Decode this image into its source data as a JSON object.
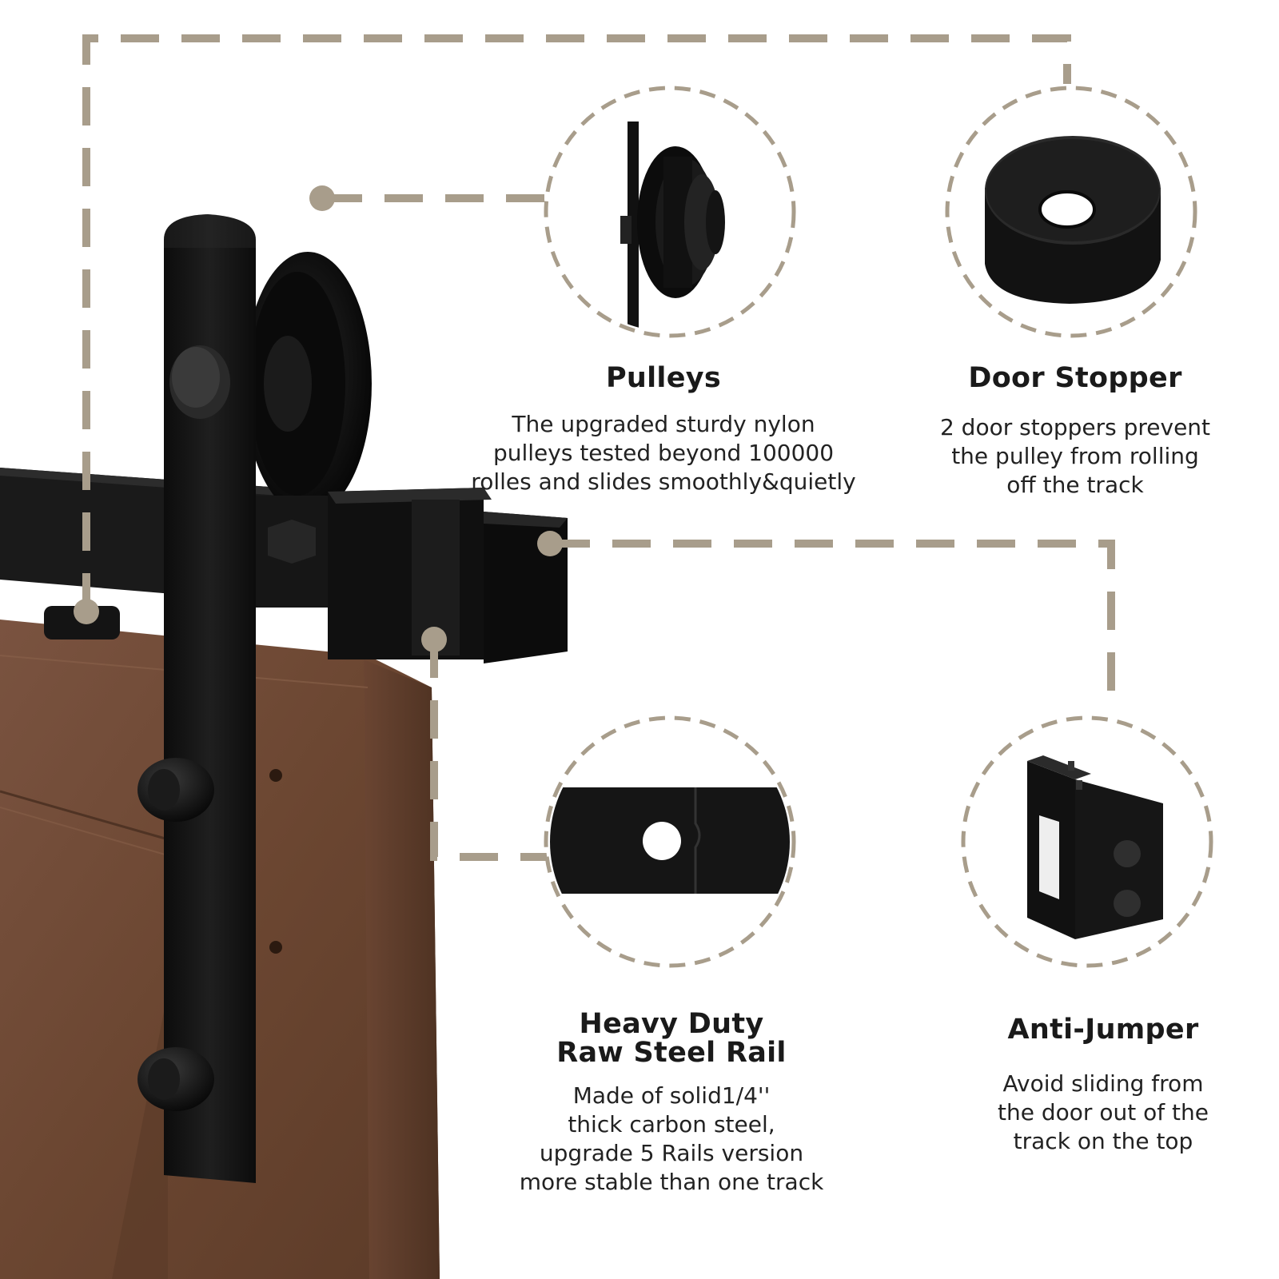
{
  "features": {
    "pulleys": {
      "title": "Pulleys",
      "desc": [
        "The upgraded sturdy nylon",
        "pulleys tested beyond 100000",
        "rolles and slides smoothly&quietly"
      ]
    },
    "stopper": {
      "title": "Door Stopper",
      "desc": [
        "2 door stoppers prevent",
        "the pulley from rolling",
        "off the track"
      ]
    },
    "rail": {
      "title": [
        "Heavy Duty",
        "Raw Steel Rail"
      ],
      "desc": [
        "Made of solid1/4''",
        "thick carbon steel,",
        "upgrade 5 Rails version",
        "more stable than one track"
      ]
    },
    "jumper": {
      "title": "Anti-Jumper",
      "desc": [
        "Avoid sliding from",
        "the door out of the",
        "track on the top"
      ]
    }
  },
  "colors": {
    "guide": "#a89d8b",
    "hardware": "#141414",
    "wood": "#6e4a35"
  },
  "icons": {
    "pulley": "pulley-wheel-icon",
    "stopper": "door-stopper-icon",
    "rail": "steel-rail-icon",
    "jumper": "anti-jumper-bracket-icon"
  }
}
